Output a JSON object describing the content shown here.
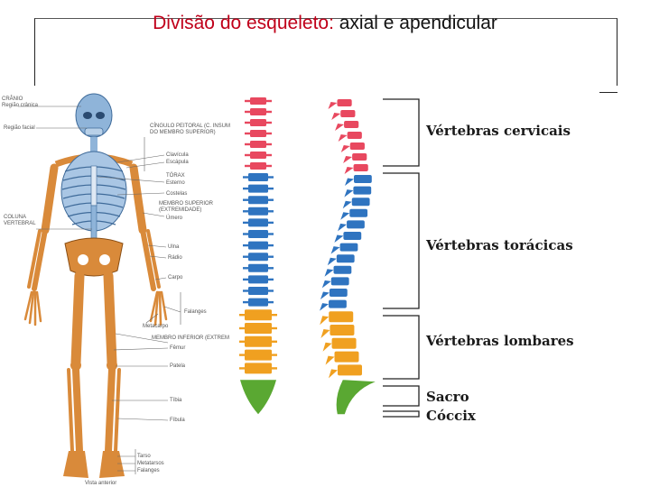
{
  "title": {
    "highlight": "Divisão do esqueleto:",
    "rest": " axial e apendicular"
  },
  "skeleton_labels": {
    "cranio": "CRÂNIO",
    "cranio_sub": "Região crânica",
    "face": "Região facial",
    "cingulo": "CÍNGULO PEITORAL (C. INSUM",
    "cingulo2": "DO MEMBRO SUPERIOR)",
    "clavicula": "Clavícula",
    "escapula": "Escápula",
    "torax": "TÓRAX",
    "esterno": "Esterno",
    "costelas": "Costelas",
    "membro_sup": "MEMBRO SUPERIOR",
    "membro_sup2": "(EXTREMIDADE)",
    "umero": "Úmero",
    "coluna": "COLUNA",
    "vertebral": "VERTEBRAL",
    "ulna": "Ulna",
    "radio": "Rádio",
    "carpo": "Carpo",
    "falanges": "Falanges",
    "metacarpo": "Metacarpo",
    "membro_inf": "MEMBRO INFERIOR (EXTREM",
    "femur": "Fêmur",
    "patela": "Patela",
    "tibia": "Tíbia",
    "fibula": "Fíbula",
    "tarso": "Tarso",
    "metatarso": "Metatarsos",
    "falange_pe": "Falanges",
    "vista": "Vista anterior"
  },
  "spine_regions": {
    "cervical": "Vértebras cervicais",
    "toracica": "Vértebras torácicas",
    "lombar": "Vértebras lombares",
    "sacro": "Sacro",
    "coccix": "Cóccix"
  },
  "colors": {
    "cervical": "#e8485f",
    "toracica": "#2f74c0",
    "lombar": "#f0a020",
    "sacro": "#5aa832",
    "bone_axial": "#8fb4d9",
    "bone_appendicular": "#d98a3a"
  }
}
